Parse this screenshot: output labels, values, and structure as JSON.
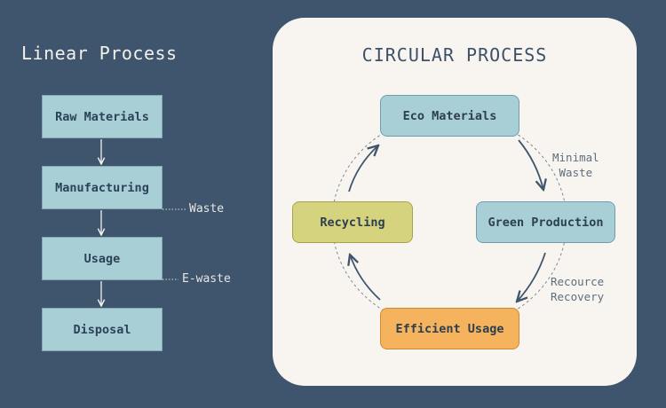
{
  "linear": {
    "title": "Linear Process",
    "steps": [
      "Raw Materials",
      "Manufacturing",
      "Usage",
      "Disposal"
    ],
    "outputs": [
      "Waste",
      "E-waste"
    ]
  },
  "circular": {
    "title": "CIRCULAR PROCESS",
    "nodes": {
      "top": "Eco Materials",
      "right": "Green Production",
      "bottom": "Efficient Usage",
      "left": "Recycling"
    },
    "annotations": {
      "top_right": [
        "Minimal",
        "Waste"
      ],
      "bottom_right": [
        "Recource",
        "Recovery"
      ]
    },
    "colors": {
      "blue": "#a9cfd6",
      "yellow": "#d6d37e",
      "orange": "#f6b35e"
    }
  }
}
